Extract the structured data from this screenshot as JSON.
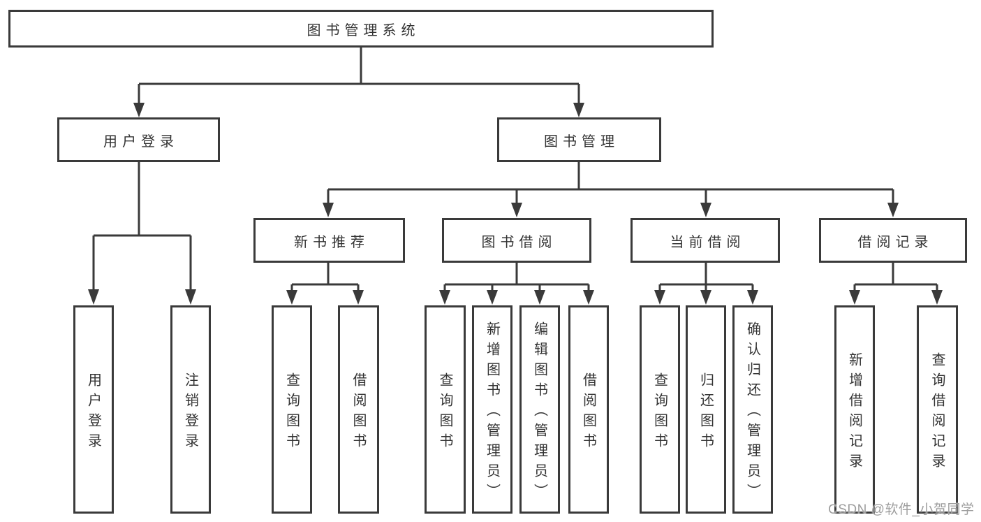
{
  "diagram_title": "图书管理系统",
  "tree": {
    "root": {
      "label": "图书管理系统"
    },
    "children": [
      {
        "label": "用户登录",
        "children": [
          {
            "label": "用户登录"
          },
          {
            "label": "注销登录"
          }
        ]
      },
      {
        "label": "图书管理",
        "children": [
          {
            "label": "新书推荐",
            "children": [
              {
                "label": "查询图书"
              },
              {
                "label": "借阅图书"
              }
            ]
          },
          {
            "label": "图书借阅",
            "children": [
              {
                "label": "查询图书"
              },
              {
                "label": "新增图书（管理员）"
              },
              {
                "label": "编辑图书（管理员）"
              },
              {
                "label": "借阅图书"
              }
            ]
          },
          {
            "label": "当前借阅",
            "children": [
              {
                "label": "查询图书"
              },
              {
                "label": "归还图书"
              },
              {
                "label": "确认归还（管理员）"
              }
            ]
          },
          {
            "label": "借阅记录",
            "children": [
              {
                "label": "新增借阅记录"
              },
              {
                "label": "查询借阅记录"
              }
            ]
          }
        ]
      }
    ]
  },
  "watermark": {
    "text": "CSDN @软件_小贺同学"
  },
  "colors": {
    "line": "#3a3a3a",
    "text": "#333333",
    "background": "#ffffff",
    "watermark": "#9e9e9e"
  }
}
